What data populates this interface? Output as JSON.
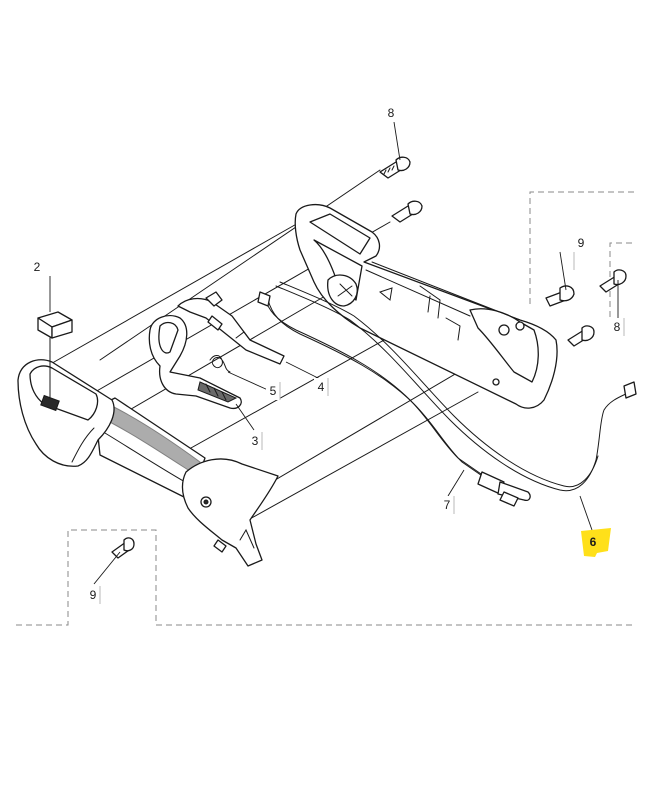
{
  "diagram": {
    "highlight_color": "#ffe01a",
    "highlighted_callout": "6",
    "callouts": [
      {
        "id": "c8a",
        "label": "8"
      },
      {
        "id": "c2",
        "label": "2"
      },
      {
        "id": "c9a",
        "label": "9"
      },
      {
        "id": "c8b",
        "label": "8"
      },
      {
        "id": "c5",
        "label": "5"
      },
      {
        "id": "c4",
        "label": "4"
      },
      {
        "id": "c3",
        "label": "3"
      },
      {
        "id": "c7",
        "label": "7"
      },
      {
        "id": "c6",
        "label": "6"
      },
      {
        "id": "c9b",
        "label": "9"
      }
    ]
  }
}
